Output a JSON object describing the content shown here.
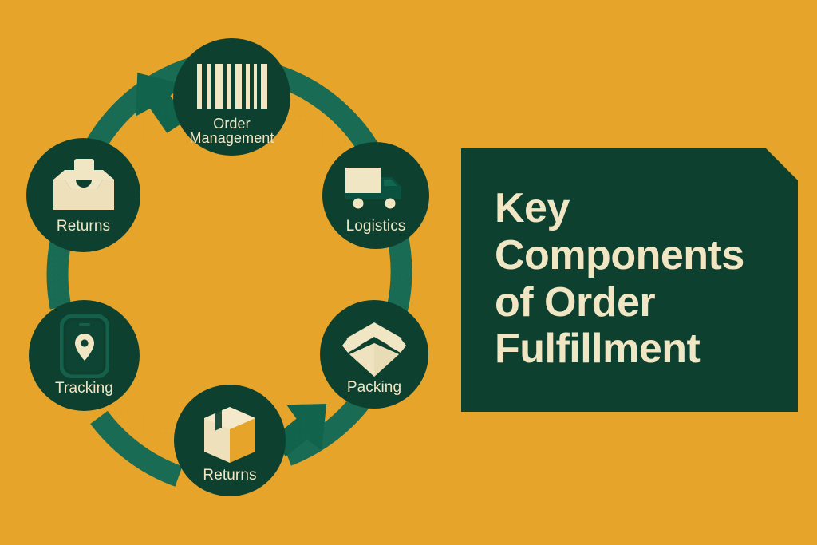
{
  "colors": {
    "background_gold": "#E6A42B",
    "dark_green": "#0E4030",
    "ring_teal": "#1A6B53",
    "cream": "#F1E6C3",
    "accent_gold_icon": "#E6A42B"
  },
  "title_panel": {
    "heading": "Key\nComponents\nof Order\nFulfillment"
  },
  "cycle": {
    "direction": "clockwise",
    "nodes": [
      {
        "id": "order-management",
        "label": "Order\nManagement",
        "icon": "barcode-icon",
        "position": "top"
      },
      {
        "id": "logistics",
        "label": "Logistics",
        "icon": "delivery-truck-icon",
        "position": "top-right"
      },
      {
        "id": "packing",
        "label": "Packing",
        "icon": "open-box-icon",
        "position": "bottom-right"
      },
      {
        "id": "returns-bottom",
        "label": "Returns",
        "icon": "package-box-icon",
        "position": "bottom"
      },
      {
        "id": "tracking",
        "label": "Tracking",
        "icon": "phone-location-pin-icon",
        "position": "bottom-left"
      },
      {
        "id": "returns-left",
        "label": "Returns",
        "icon": "inbox-tray-icon",
        "position": "top-left"
      }
    ],
    "arrows": [
      {
        "id": "arrow-to-order-management",
        "from": "returns-left",
        "to": "order-management"
      },
      {
        "id": "arrow-to-returns-bottom",
        "from": "packing",
        "to": "returns-bottom"
      }
    ]
  }
}
